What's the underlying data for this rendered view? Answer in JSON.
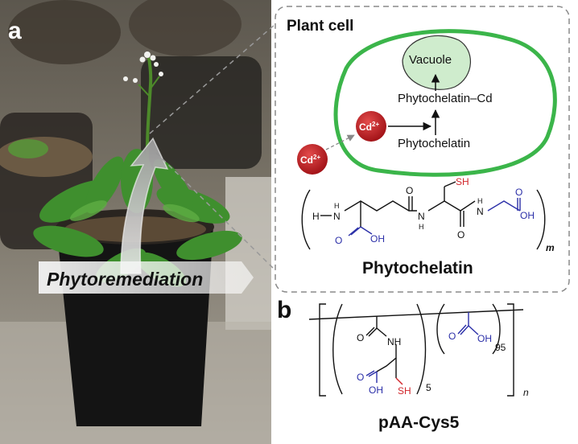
{
  "panel_a": {
    "label": "a",
    "banner": "Phytoremediation",
    "inset": {
      "title": "Plant cell",
      "vacuole": "Vacuole",
      "complex": "Phytochelatin–Cd",
      "phytochelatin": "Phytochelatin",
      "ion_base": "Cd",
      "ion_charge": "2+"
    },
    "structure": {
      "h_left": "H",
      "nh1": "N",
      "nh1_h": "H",
      "nh2": "N",
      "nh2_h": "H",
      "nh3": "N",
      "nh3_h": "H",
      "oh_left": "OH",
      "o_left": "O",
      "o_mid_top": "O",
      "o_mid_bottom": "O",
      "o_right": "O",
      "oh_right": "OH",
      "sh": "SH",
      "subscript": "m",
      "name": "Phytochelatin"
    }
  },
  "panel_b": {
    "label": "b",
    "o1": "O",
    "nh": "NH",
    "o2": "O",
    "oh1": "OH",
    "sh": "SH",
    "o3": "O",
    "oh2": "OH",
    "sub5": "5",
    "sub95": "95",
    "subn": "n",
    "name": "pAA-Cys5"
  },
  "colors": {
    "membrane": "#3bb54a",
    "vacuole_fill": "#cfeccd",
    "ion_red": "#c4161c",
    "acid_blue": "#2b2fa8",
    "thiol_red": "#d1262b"
  }
}
